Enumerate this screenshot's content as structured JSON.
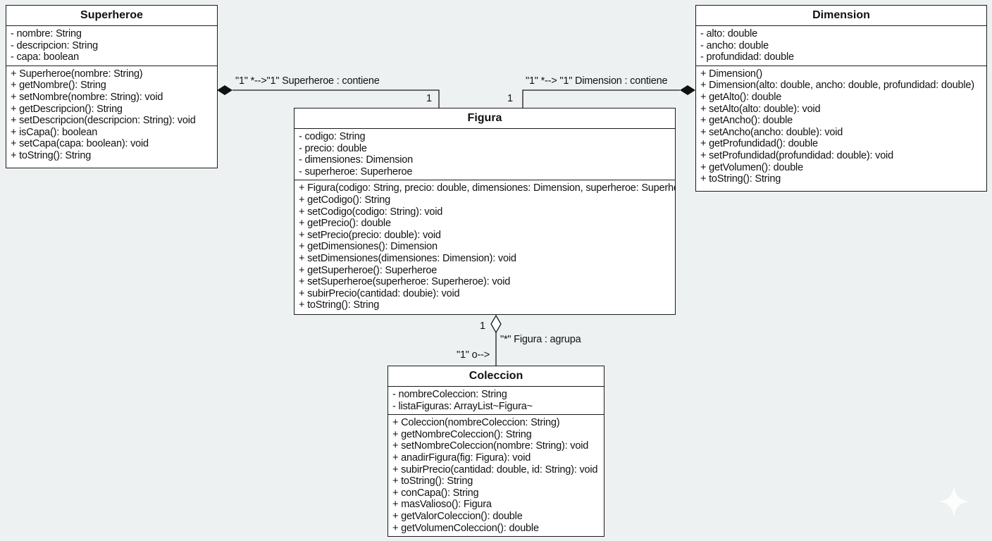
{
  "classes": {
    "superheroe": {
      "name": "Superheroe",
      "attributes": [
        "- nombre: String",
        "- descripcion: String",
        "- capa: boolean"
      ],
      "methods": [
        "+ Superheroe(nombre: String)",
        "+ getNombre(): String",
        "+ setNombre(nombre: String): void",
        "+ getDescripcion(): String",
        "+ setDescripcion(descripcion: String): void",
        "+ isCapa(): boolean",
        "+ setCapa(capa: boolean): void",
        "+ toString(): String"
      ]
    },
    "dimension": {
      "name": "Dimension",
      "attributes": [
        "- alto: double",
        "- ancho: double",
        "- profundidad: double"
      ],
      "methods": [
        "+ Dimension()",
        "+ Dimension(alto: double, ancho: double, profundidad: double)",
        "+ getAlto(): double",
        "+ setAlto(alto: double): void",
        "+ getAncho(): double",
        "+ setAncho(ancho: double): void",
        "+ getProfundidad(): double",
        "+ setProfundidad(profundidad: double): void",
        "+ getVolumen(): double",
        "+ toString(): String"
      ]
    },
    "figura": {
      "name": "Figura",
      "attributes": [
        "- codigo: String",
        "- precio: double",
        "- dimensiones: Dimension",
        "- superheroe: Superheroe"
      ],
      "methods": [
        "+ Figura(codigo: String, precio: double, dimensiones: Dimension, superheroe: Superheroe)",
        "+ getCodigo(): String",
        "+ setCodigo(codigo: String): void",
        "+ getPrecio(): double",
        "+ setPrecio(precio: double): void",
        "+ getDimensiones(): Dimension",
        "+ setDimensiones(dimensiones: Dimension): void",
        "+ getSuperheroe(): Superheroe",
        "+ setSuperheroe(superheroe: Superheroe): void",
        "+ subirPrecio(cantidad: doubie): void",
        "+ toString(): String"
      ]
    },
    "coleccion": {
      "name": "Coleccion",
      "attributes": [
        "- nombreColeccion: String",
        "- listaFiguras: ArrayList~Figura~"
      ],
      "methods": [
        "+ Coleccion(nombreColeccion: String)",
        "+ getNombreColeccion(): String",
        "+ setNombreColeccion(nombre: String): void",
        "+ anadirFigura(fig: Figura): void",
        "+ subirPrecio(cantidad: double, id: String): void",
        "+ toString(): String",
        "+ conCapa(): String",
        "+ masValioso(): Figura",
        "+ getValorColeccion(): double",
        "+ getVolumenColeccion(): double"
      ]
    }
  },
  "relations": {
    "superheroe_figura": {
      "label": "\"1\" *-->\"1\" Superheroe : contiene",
      "multiplicity": "1"
    },
    "dimension_figura": {
      "label": "\"1\" *--> \"1\" Dimension : contiene",
      "multiplicity": "1"
    },
    "figura_coleccion": {
      "multiplicity": "1",
      "label": "\"*\" Figura : agrupa",
      "source_label": "\"1\" o-->"
    }
  },
  "colors": {
    "background": "#eef1f2",
    "box": "#ffffff",
    "line": "#1a1a1a"
  }
}
